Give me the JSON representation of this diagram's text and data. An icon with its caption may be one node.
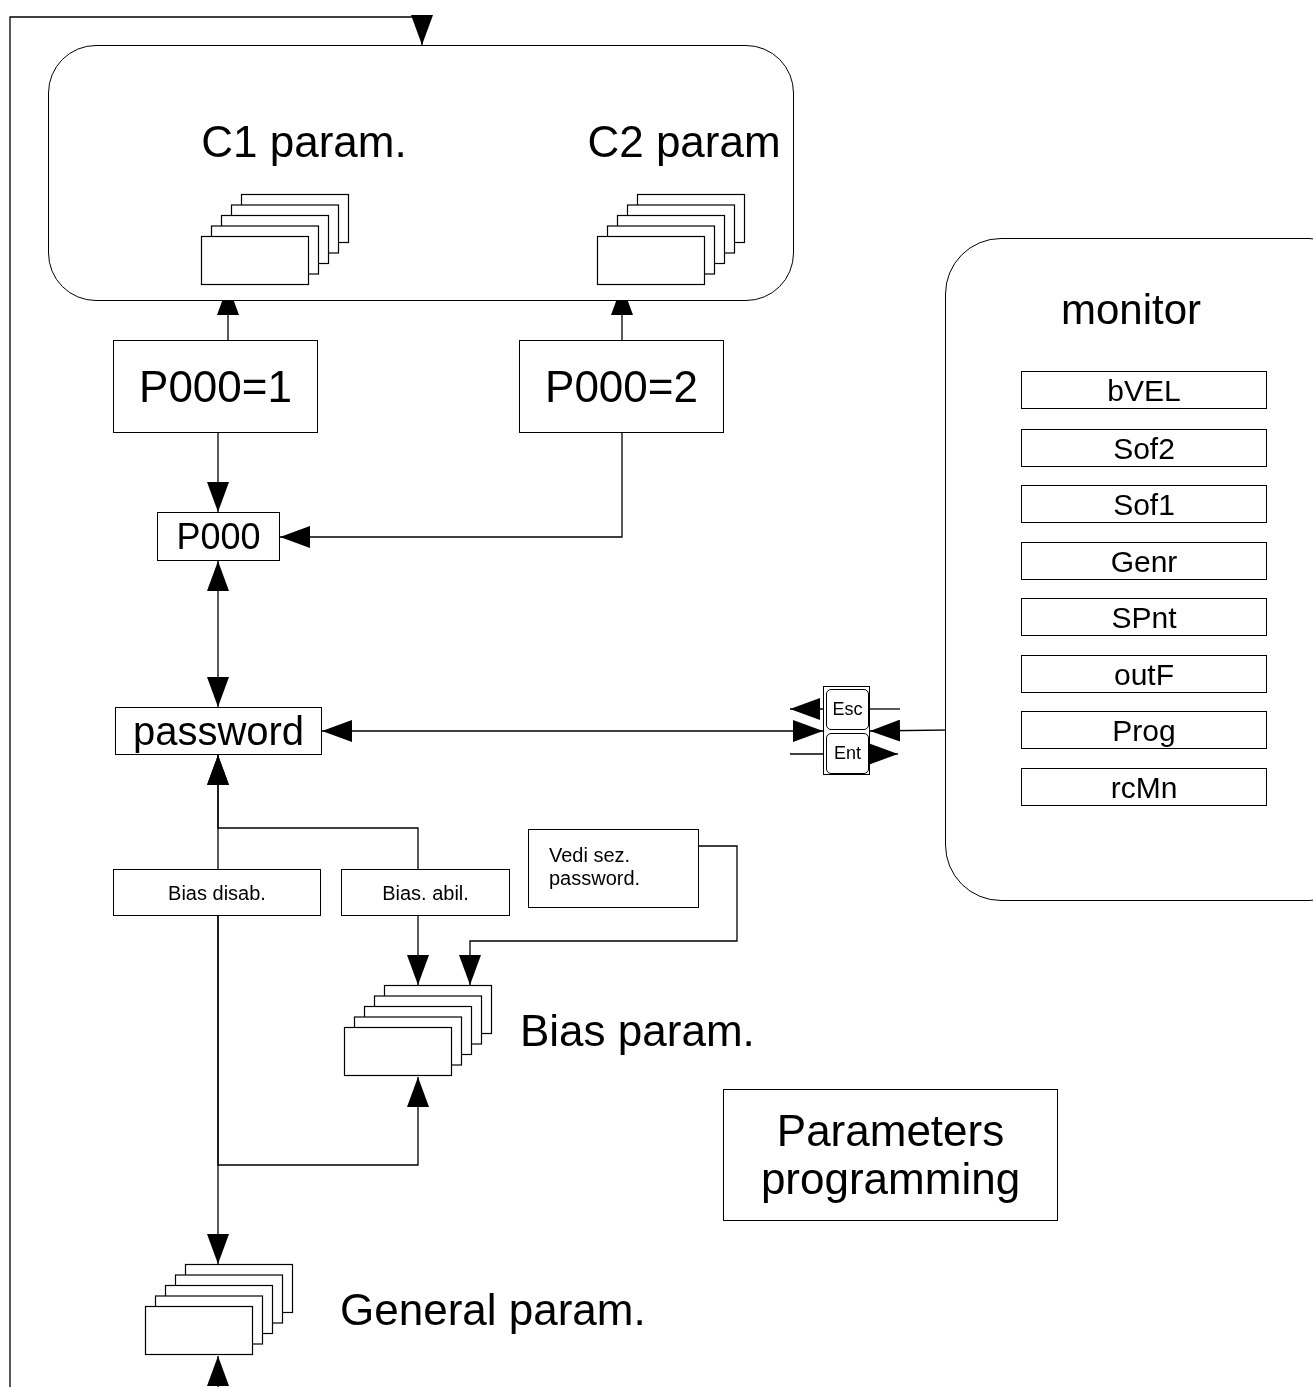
{
  "diagram": {
    "nodes": [
      {
        "text": [],
        "shape": "box"
      },
      {
        "text": [
          "C1 param."
        ],
        "in": 0
      },
      {
        "text": [
          "C2 param"
        ],
        "in": 0
      },
      {
        "text": [
          "P000=1"
        ]
      },
      {
        "text": [
          "P000=2"
        ]
      },
      {
        "text": [
          "P000"
        ]
      },
      {
        "text": [
          "password"
        ]
      },
      {
        "text": [],
        "shape": "box"
      },
      {
        "text": [
          "Esc"
        ],
        "in": 7
      },
      {
        "text": [
          "Ent"
        ],
        "in": 7
      },
      {
        "text": [
          "monitor"
        ]
      },
      {
        "text": [
          "bVEL"
        ],
        "in": 10
      },
      {
        "text": [
          "Sof2"
        ],
        "in": 10
      },
      {
        "text": [
          "Sof1"
        ],
        "in": 10
      },
      {
        "text": [
          "Genr"
        ],
        "in": 10
      },
      {
        "text": [
          "SPnt"
        ],
        "in": 10
      },
      {
        "text": [
          "outF"
        ],
        "in": 10
      },
      {
        "text": [
          "Prog"
        ],
        "in": 10
      },
      {
        "text": [
          "rcMn"
        ],
        "in": 10
      },
      {
        "text": [
          "Bias disab."
        ]
      },
      {
        "text": [
          "Bias. abil."
        ]
      },
      {
        "text": [
          "Vedi sez. password."
        ]
      },
      {
        "text": [
          "Bias param."
        ]
      },
      {
        "text": [
          "Parameters programming"
        ]
      },
      {
        "text": [
          "General param."
        ]
      }
    ],
    "edges": [
      {
        "from": null,
        "to": 0,
        "arrow": "to"
      },
      {
        "from": null,
        "to": 24,
        "arrow": "to"
      },
      {
        "from": 3,
        "to": 1,
        "arrow": "to"
      },
      {
        "from": 4,
        "to": 2,
        "arrow": "to"
      },
      {
        "from": 3,
        "to": 5,
        "arrow": "to"
      },
      {
        "from": 4,
        "to": 5,
        "arrow": "to"
      },
      {
        "from": 5,
        "to": 6,
        "arrow": "both"
      },
      {
        "from": 6,
        "to": 7,
        "arrow": "both"
      },
      {
        "from": 7,
        "to": 17,
        "arrow": "both"
      },
      {
        "from": 8,
        "to": null,
        "arrow": "to"
      },
      {
        "from": 9,
        "to": null,
        "arrow": "to"
      },
      {
        "from": 19,
        "to": 6,
        "arrow": "to"
      },
      {
        "from": 20,
        "to": 6,
        "arrow": "to"
      },
      {
        "from": 19,
        "to": 24,
        "arrow": "to"
      },
      {
        "from": 19,
        "to": 22,
        "arrow": "to"
      },
      {
        "from": 20,
        "to": 22,
        "arrow": "to"
      },
      {
        "from": 21,
        "to": 22,
        "arrow": "to"
      }
    ]
  }
}
